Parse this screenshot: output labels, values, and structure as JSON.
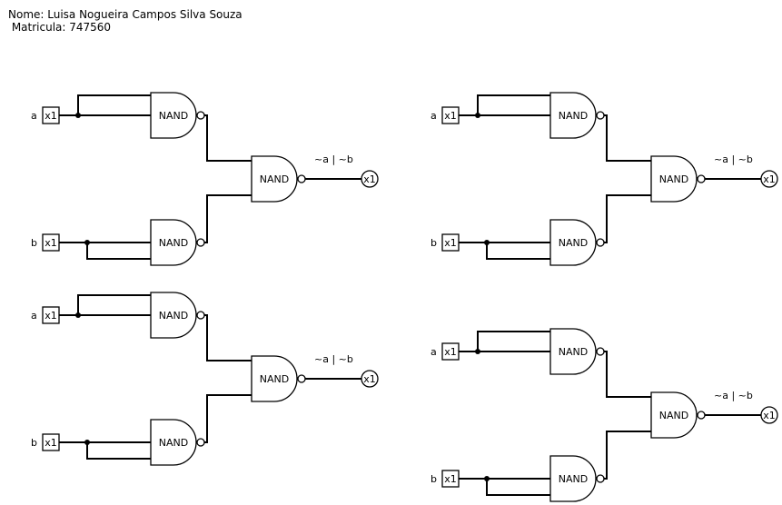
{
  "header": {
    "name_line": "Nome: Luisa Nogueira Campos Silva Souza",
    "matricula_line": " Matricula: 747560"
  },
  "gate_label": "NAND",
  "input_pin_label": "x1",
  "output_pin_label": "x1",
  "circuits": [
    {
      "input_a": "a",
      "input_b": "b",
      "output_expr": "~a | ~b"
    },
    {
      "input_a": "a",
      "input_b": "b",
      "output_expr": "~a | ~b"
    },
    {
      "input_a": "a",
      "input_b": "b",
      "output_expr": "~a | ~b"
    },
    {
      "input_a": "a",
      "input_b": "b",
      "output_expr": "~a | ~b"
    }
  ]
}
